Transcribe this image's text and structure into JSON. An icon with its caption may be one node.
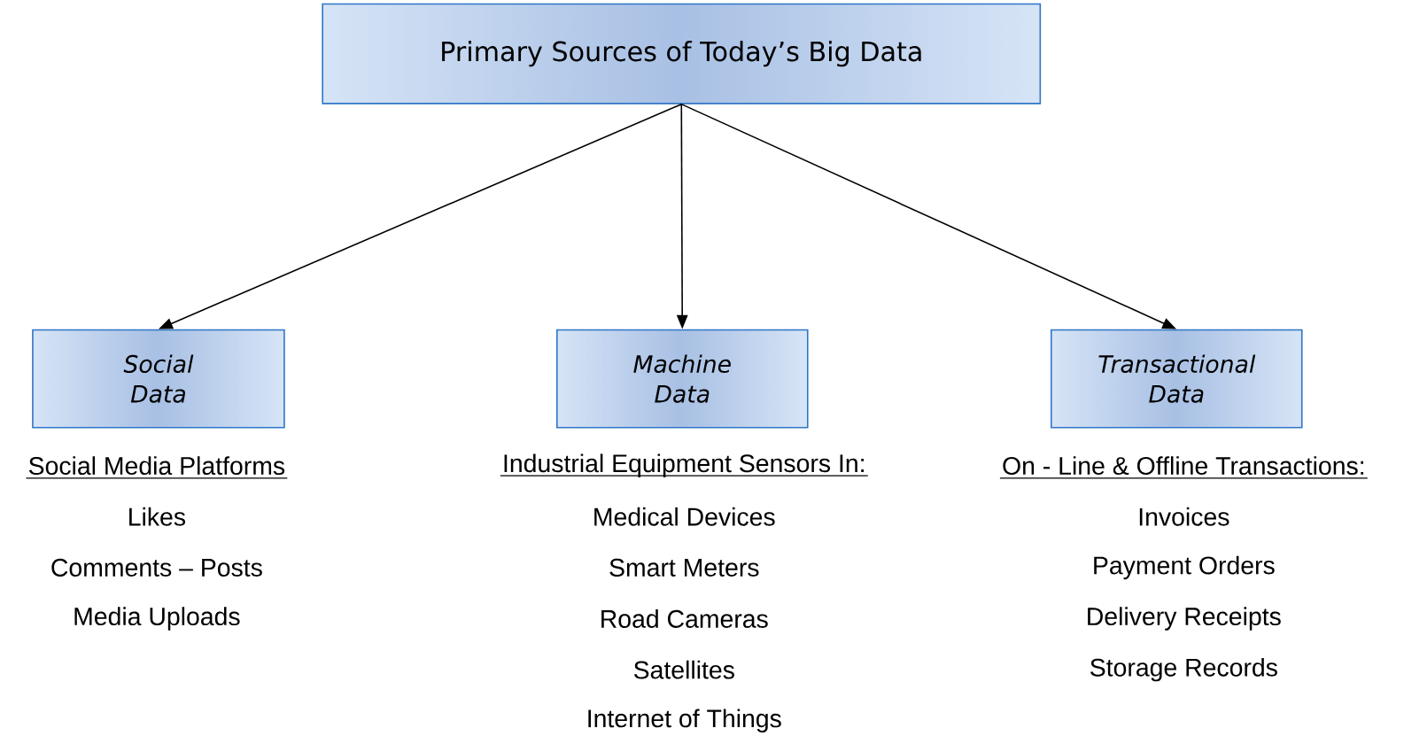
{
  "diagram": {
    "nodes": [
      {
        "text": [
          "Primary Sources of Today’s Big Data"
        ]
      },
      {
        "text": [
          "Social Data"
        ]
      },
      {
        "text": [
          "Machine Data"
        ]
      },
      {
        "text": [
          "Transactional Data"
        ]
      }
    ],
    "edges": [
      {
        "from": 0,
        "to": 1,
        "arrow": "to"
      },
      {
        "from": 0,
        "to": 2,
        "arrow": "to"
      },
      {
        "from": 0,
        "to": 3,
        "arrow": "to"
      }
    ],
    "labels": [
      "Social Media Platforms",
      "Likes",
      "Comments – Posts",
      "Media Uploads",
      "Industrial Equipment Sensors In:",
      "Medical Devices",
      "Smart Meters",
      "Road Cameras",
      "Satellites",
      "Internet of Things",
      "On - Line & Offline Transactions:",
      "Invoices",
      "Payment Orders",
      "Delivery Receipts",
      "Storage Records"
    ]
  }
}
